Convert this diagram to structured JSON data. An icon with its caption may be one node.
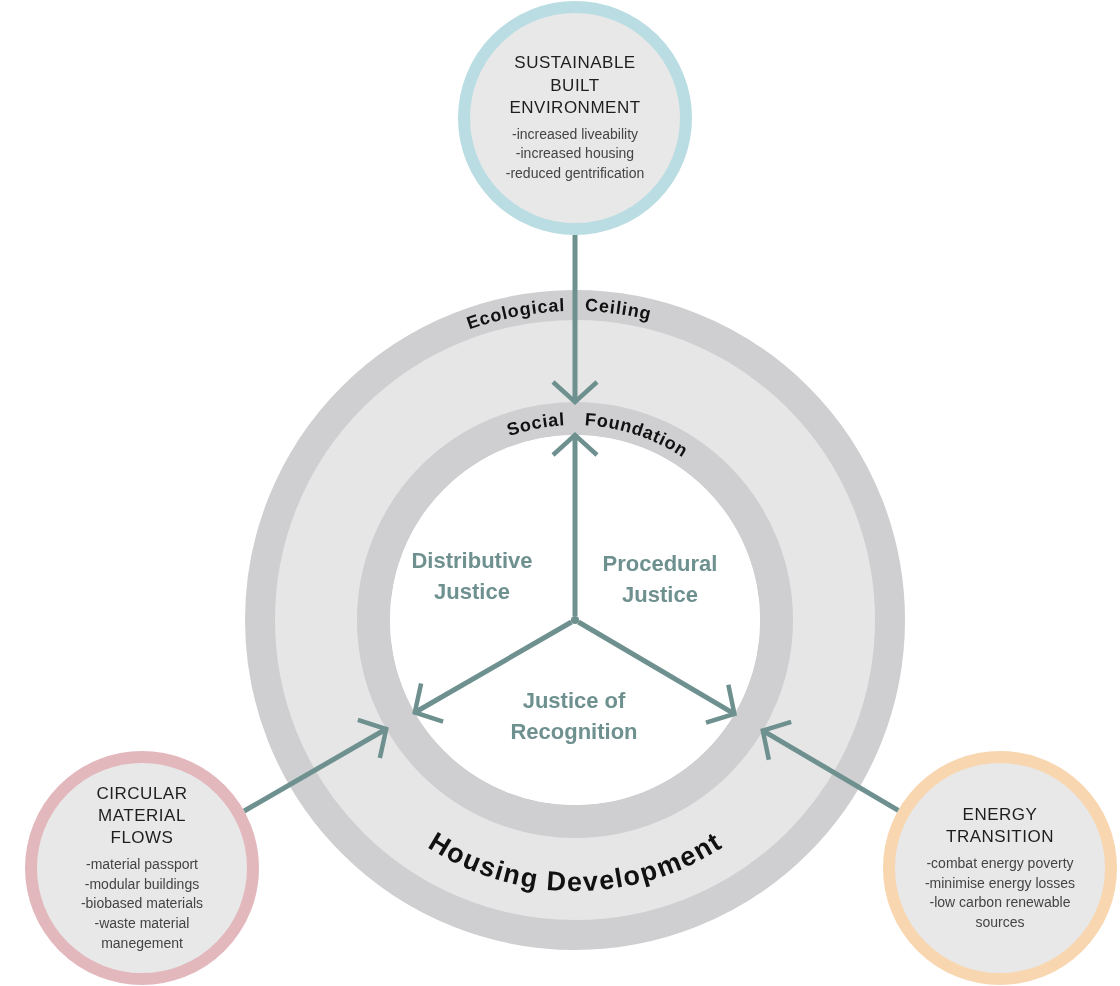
{
  "diagram": {
    "nodes": [
      {
        "text": [
          "SUSTAINABLE BUILT ENVIRONMENT",
          "-increased liveability",
          "-increased housing",
          "-reduced gentrification"
        ]
      },
      {
        "text": [
          "CIRCULAR MATERIAL FLOWS",
          "-material passport",
          "-modular buildings",
          "-biobased materials",
          "-waste material manegement"
        ]
      },
      {
        "text": [
          "ENERGY TRANSITION",
          "-combat energy poverty",
          "-minimise energy losses",
          "-low carbon renewable sources"
        ]
      },
      {
        "text": [
          "Ecological Ceiling",
          "Housing Development"
        ]
      },
      {
        "text": [
          "Social Foundation"
        ],
        "in": 3
      },
      {
        "text": [
          "Distributive Justice",
          "Procedural Justice",
          "Justice of Recognition"
        ],
        "in": 4
      },
      {
        "text": [],
        "shape": "circle",
        "in": 5
      }
    ],
    "edges": [
      {
        "from": 0,
        "to": 4,
        "arrow": "to"
      },
      {
        "from": 6,
        "to": 4,
        "arrow": "to"
      },
      {
        "from": 1,
        "to": 4,
        "arrow": "to"
      },
      {
        "from": 6,
        "to": 4,
        "arrow": "to"
      },
      {
        "from": 2,
        "to": 4,
        "arrow": "to"
      },
      {
        "from": 6,
        "to": 4,
        "arrow": "to"
      }
    ]
  }
}
